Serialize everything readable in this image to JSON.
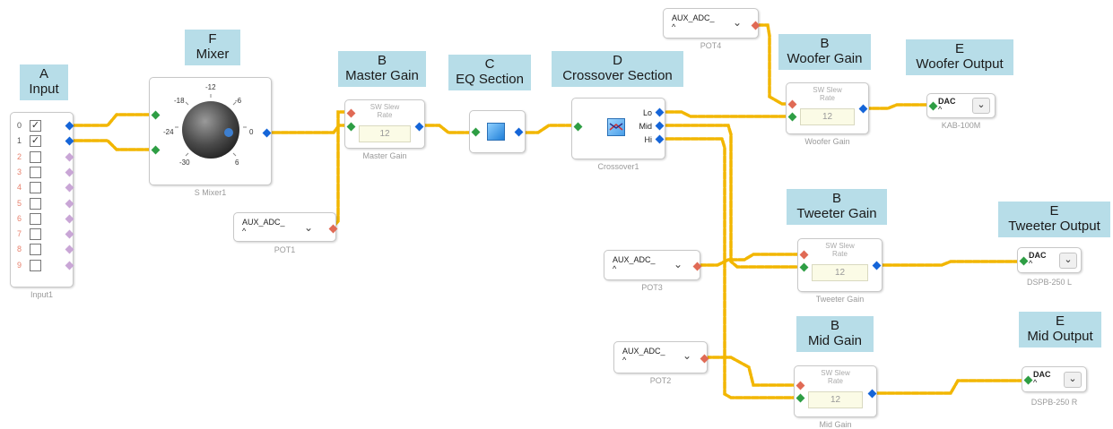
{
  "labels": {
    "A": {
      "letter": "A",
      "text": "Input"
    },
    "F": {
      "letter": "F",
      "text": "Mixer"
    },
    "B_master": {
      "letter": "B",
      "text": "Master Gain"
    },
    "C": {
      "letter": "C",
      "text": "EQ Section"
    },
    "D": {
      "letter": "D",
      "text": "Crossover Section"
    },
    "B_woofer": {
      "letter": "B",
      "text": "Woofer Gain"
    },
    "E_woofer": {
      "letter": "E",
      "text": "Woofer Output"
    },
    "B_tweeter": {
      "letter": "B",
      "text": "Tweeter Gain"
    },
    "E_tweeter": {
      "letter": "E",
      "text": "Tweeter Output"
    },
    "B_mid": {
      "letter": "B",
      "text": "Mid Gain"
    },
    "E_mid": {
      "letter": "E",
      "text": "Mid Output"
    }
  },
  "input_block": {
    "caption": "Input1",
    "channels": [
      {
        "num": "0",
        "checked": true
      },
      {
        "num": "1",
        "checked": true
      },
      {
        "num": "2",
        "checked": false
      },
      {
        "num": "3",
        "checked": false
      },
      {
        "num": "4",
        "checked": false
      },
      {
        "num": "5",
        "checked": false
      },
      {
        "num": "6",
        "checked": false
      },
      {
        "num": "7",
        "checked": false
      },
      {
        "num": "8",
        "checked": false
      },
      {
        "num": "9",
        "checked": false
      }
    ],
    "check_glyph": "✓"
  },
  "mixer": {
    "caption": "S Mixer1",
    "ticks": [
      "-12",
      "-6",
      "0",
      "6",
      "-30",
      "-24",
      "-18"
    ]
  },
  "gains": {
    "master": {
      "title": "SW Slew Rate",
      "value": "12",
      "caption": "Master Gain"
    },
    "woofer": {
      "title": "SW Slew Rate",
      "value": "12",
      "caption": "Woofer Gain"
    },
    "tweeter": {
      "title": "SW Slew Rate",
      "value": "12",
      "caption": "Tweeter Gain"
    },
    "mid": {
      "title": "SW Slew Rate",
      "value": "12",
      "caption": "Mid Gain"
    }
  },
  "crossover": {
    "caption": "Crossover1",
    "outputs": [
      "Lo",
      "Mid",
      "Hi"
    ]
  },
  "pots": {
    "pot1": {
      "value": "AUX_ADC_",
      "sub": "^",
      "caption": "POT1"
    },
    "pot2": {
      "value": "AUX_ADC_",
      "sub": "^",
      "caption": "POT2"
    },
    "pot3": {
      "value": "AUX_ADC_",
      "sub": "^",
      "caption": "POT3"
    },
    "pot4": {
      "value": "AUX_ADC_",
      "sub": "^",
      "caption": "POT4"
    }
  },
  "dacs": {
    "woofer": {
      "value": "DAC",
      "sub": "^",
      "caption": "KAB-100M"
    },
    "tweeter": {
      "value": "DAC",
      "sub": "^",
      "caption": "DSPB-250 L"
    },
    "mid": {
      "value": "DAC",
      "sub": "^",
      "caption": "DSPB-250 R"
    }
  },
  "icons": {
    "dropdown": "chevron-down-icon",
    "mixer_knob": "knob-icon",
    "eq": "eq-icon",
    "crossover": "crossover-icon"
  },
  "colors": {
    "wire": "#f2b600",
    "label_bg": "#b7dde8",
    "pin_in": "#2e9e44",
    "pin_out": "#1565d8",
    "pin_ctl": "#e06a55",
    "channel_num": "#e8826e"
  }
}
